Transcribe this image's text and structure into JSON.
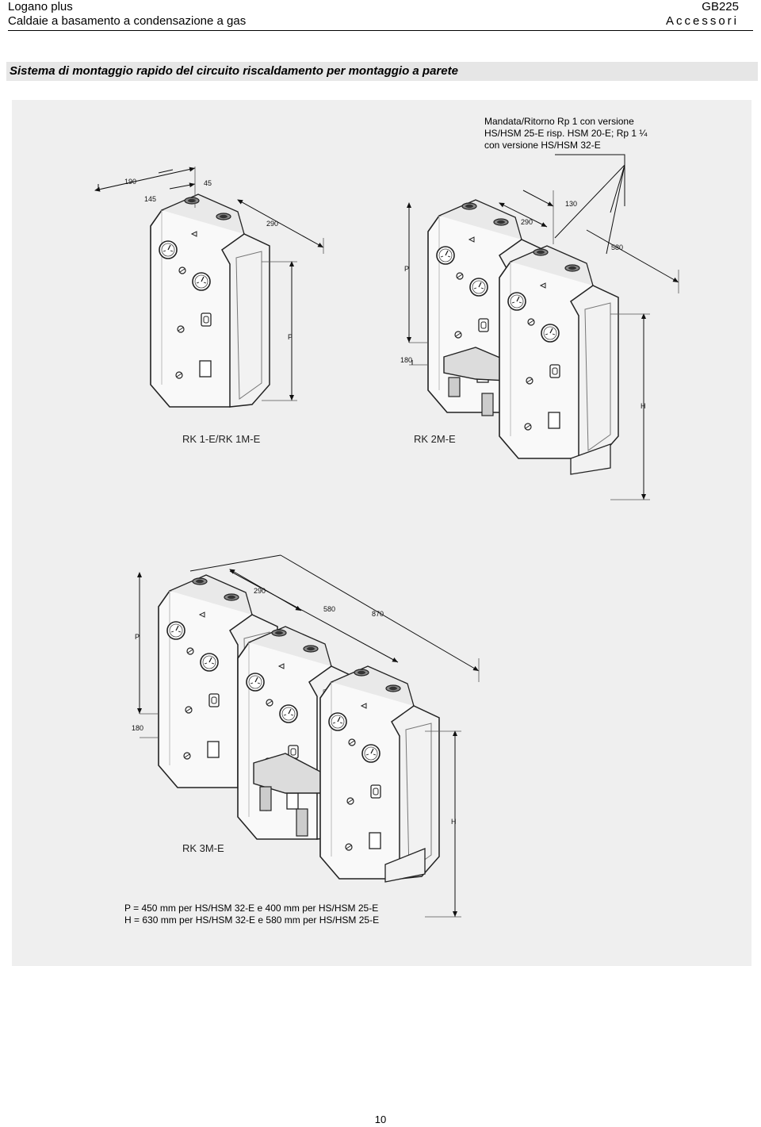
{
  "header": {
    "product": "Logano plus",
    "subtitle": "Caldaie a basamento a condensazione a gas",
    "model": "GB225",
    "section": "Accessori"
  },
  "section_title": "Sistema di montaggio rapido del circuito riscaldamento per montaggio a parete",
  "callout": {
    "line1": "Mandata/Ritorno Rp 1 con versione",
    "line2": "HS/HSM 25-E risp. HSM 20-E; Rp 1 ¼",
    "line3": "con versione HS/HSM 32-E"
  },
  "figure1": {
    "label_single": "RK 1-E/RK 1M-E",
    "label_double": "RK 2M-E",
    "dim_190": "190",
    "dim_45": "45",
    "dim_145": "145",
    "dim_290_a": "290",
    "dim_p_a": "P",
    "dim_130": "130",
    "dim_290_b": "290",
    "dim_580": "580",
    "dim_p_b": "P",
    "dim_180": "180",
    "dim_h": "H"
  },
  "figure2": {
    "label": "RK 3M-E",
    "dim_290": "290",
    "dim_580": "580",
    "dim_870": "870",
    "dim_p": "P",
    "dim_180": "180",
    "dim_h": "H"
  },
  "notes": {
    "line1": "P = 450 mm per HS/HSM 32-E e 400 mm per HS/HSM 25-E",
    "line2": "H = 630 mm per HS/HSM 32-E e 580 mm per HS/HSM 25-E"
  },
  "page_number": "10"
}
